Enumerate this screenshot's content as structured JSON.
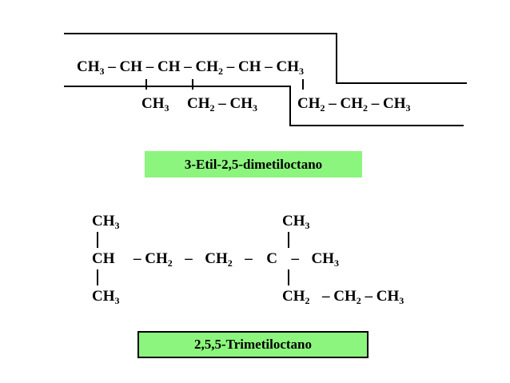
{
  "molecule1": {
    "main_chain": [
      {
        "base": "CH",
        "sub": "3"
      },
      {
        "text": "–"
      },
      {
        "text": "CH"
      },
      {
        "text": "–"
      },
      {
        "text": "CH"
      },
      {
        "text": "–"
      },
      {
        "base": "CH",
        "sub": "2"
      },
      {
        "text": "–"
      },
      {
        "text": "CH"
      },
      {
        "text": "–"
      },
      {
        "base": "CH",
        "sub": "3"
      }
    ],
    "sub_methyl": {
      "base": "CH",
      "sub": "3"
    },
    "sub_ethyl": {
      "a_base": "CH",
      "a_sub": "2",
      "dash": "–",
      "b_base": "CH",
      "b_sub": "3"
    },
    "sub_propyl": {
      "a_base": "CH",
      "a_sub": "2",
      "dash1": "–",
      "b_base": "CH",
      "b_sub": "2",
      "dash2": "–",
      "c_base": "CH",
      "c_sub": "3"
    },
    "name": "3-Etil-2,5-dimetiloctano"
  },
  "molecule2": {
    "top_left": {
      "base": "CH",
      "sub": "3"
    },
    "top_right": {
      "base": "CH",
      "sub": "3"
    },
    "middle_row": {
      "ch": "CH",
      "d1": "–",
      "ch2a_base": "CH",
      "ch2a_sub": "2",
      "d2": "–",
      "ch2b_base": "CH",
      "ch2b_sub": "2",
      "d3": "–",
      "c": "C",
      "d4": "–",
      "ch3_base": "CH",
      "ch3_sub": "3"
    },
    "bottom_left": {
      "base": "CH",
      "sub": "3"
    },
    "bottom_right": {
      "a_base": "CH",
      "a_sub": "2",
      "dash1": "–",
      "b_base": "CH",
      "b_sub": "2",
      "dash2": "–",
      "c_base": "CH",
      "c_sub": "3"
    },
    "name": "2,5,5-Trimetiloctano"
  },
  "colors": {
    "label_fill": "#8cf57d",
    "ink": "#000000",
    "background": "#ffffff"
  }
}
